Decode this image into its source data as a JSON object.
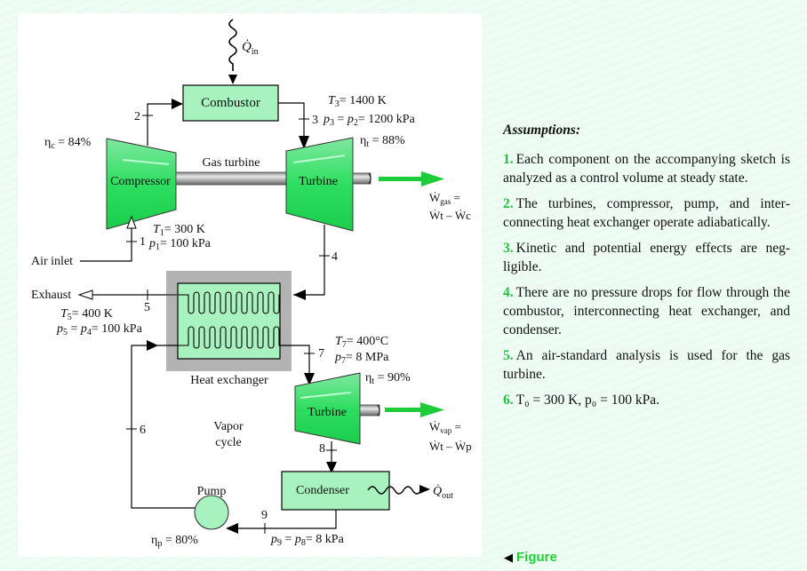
{
  "diagram": {
    "heat_input_label": "Q̇",
    "heat_input_sub": "in",
    "combustor_label": "Combustor",
    "compressor_label": "Compressor",
    "gas_turbine_label": "Gas turbine",
    "turbine_gas_label": "Turbine",
    "turbine_vap_label": "Turbine",
    "heat_exchanger_label": "Heat exchanger",
    "condenser_label": "Condenser",
    "pump_label": "Pump",
    "vapor_cycle_line1": "Vapor",
    "vapor_cycle_line2": "cycle",
    "air_inlet_label": "Air inlet",
    "exhaust_label": "Exhaust",
    "heat_output_label": "Q̇",
    "heat_output_sub": "out",
    "eta_c": "η",
    "eta_c_sub": "c",
    "eta_c_value": " = 84%",
    "eta_t_gas": "η",
    "eta_t_gas_sub": "t",
    "eta_t_gas_value": " = 88%",
    "eta_t_vap": "η",
    "eta_t_vap_sub": "t",
    "eta_t_vap_value": " = 90%",
    "eta_p": "η",
    "eta_p_sub": "p",
    "eta_p_value": " = 80%",
    "states": {
      "s1": "1",
      "s2": "2",
      "s3": "3",
      "s4": "4",
      "s5": "5",
      "s6": "6",
      "s7": "7",
      "s8": "8",
      "s9": "9"
    },
    "state1_T": "= 300 K",
    "state1_p": "= 100 kPa",
    "state3_T": "= 1400 K",
    "state3_p": "= 1200 kPa",
    "state5_T": "= 400 K",
    "state5_p": "= 100 kPa",
    "state7_T": "= 400°C",
    "state7_p": "= 8 MPa",
    "state9_p": "= 8 kPa",
    "w_gas_line1": "Ẇ",
    "w_gas_sub": "gas",
    "w_gas_line2": "Ẇt – Ẇc",
    "w_vap_line1": "Ẇ",
    "w_vap_sub": "vap",
    "w_vap_line2": "Ẇt – Ẇp"
  },
  "assumptions": {
    "heading": "Assumptions:",
    "items": [
      {
        "num": "1.",
        "text": "Each component on the accompanying sketch is analyzed as a control volume at steady state."
      },
      {
        "num": "2.",
        "text": "The turbines, compressor, pump, and inter­connecting heat exchanger operate adiabati­cally."
      },
      {
        "num": "3.",
        "text": "Kinetic and potential energy effects are neg­ligible."
      },
      {
        "num": "4.",
        "text": "There are no pressure drops for flow through the combustor, interconnecting heat exchanger, and condenser."
      },
      {
        "num": "5.",
        "text": "An air-standard analysis is used for the gas turbine."
      },
      {
        "num": "6.",
        "text": "T₀ = 300 K, p₀ = 100 kPa."
      }
    ]
  },
  "figure_link": {
    "label": "Figure"
  },
  "colors": {
    "component_green": "#22dd55",
    "light_green": "#a8f2bf",
    "arrow_green": "#1ecc3a",
    "accent_number": "#22c33d",
    "hx_gray": "#b3b3b3"
  }
}
